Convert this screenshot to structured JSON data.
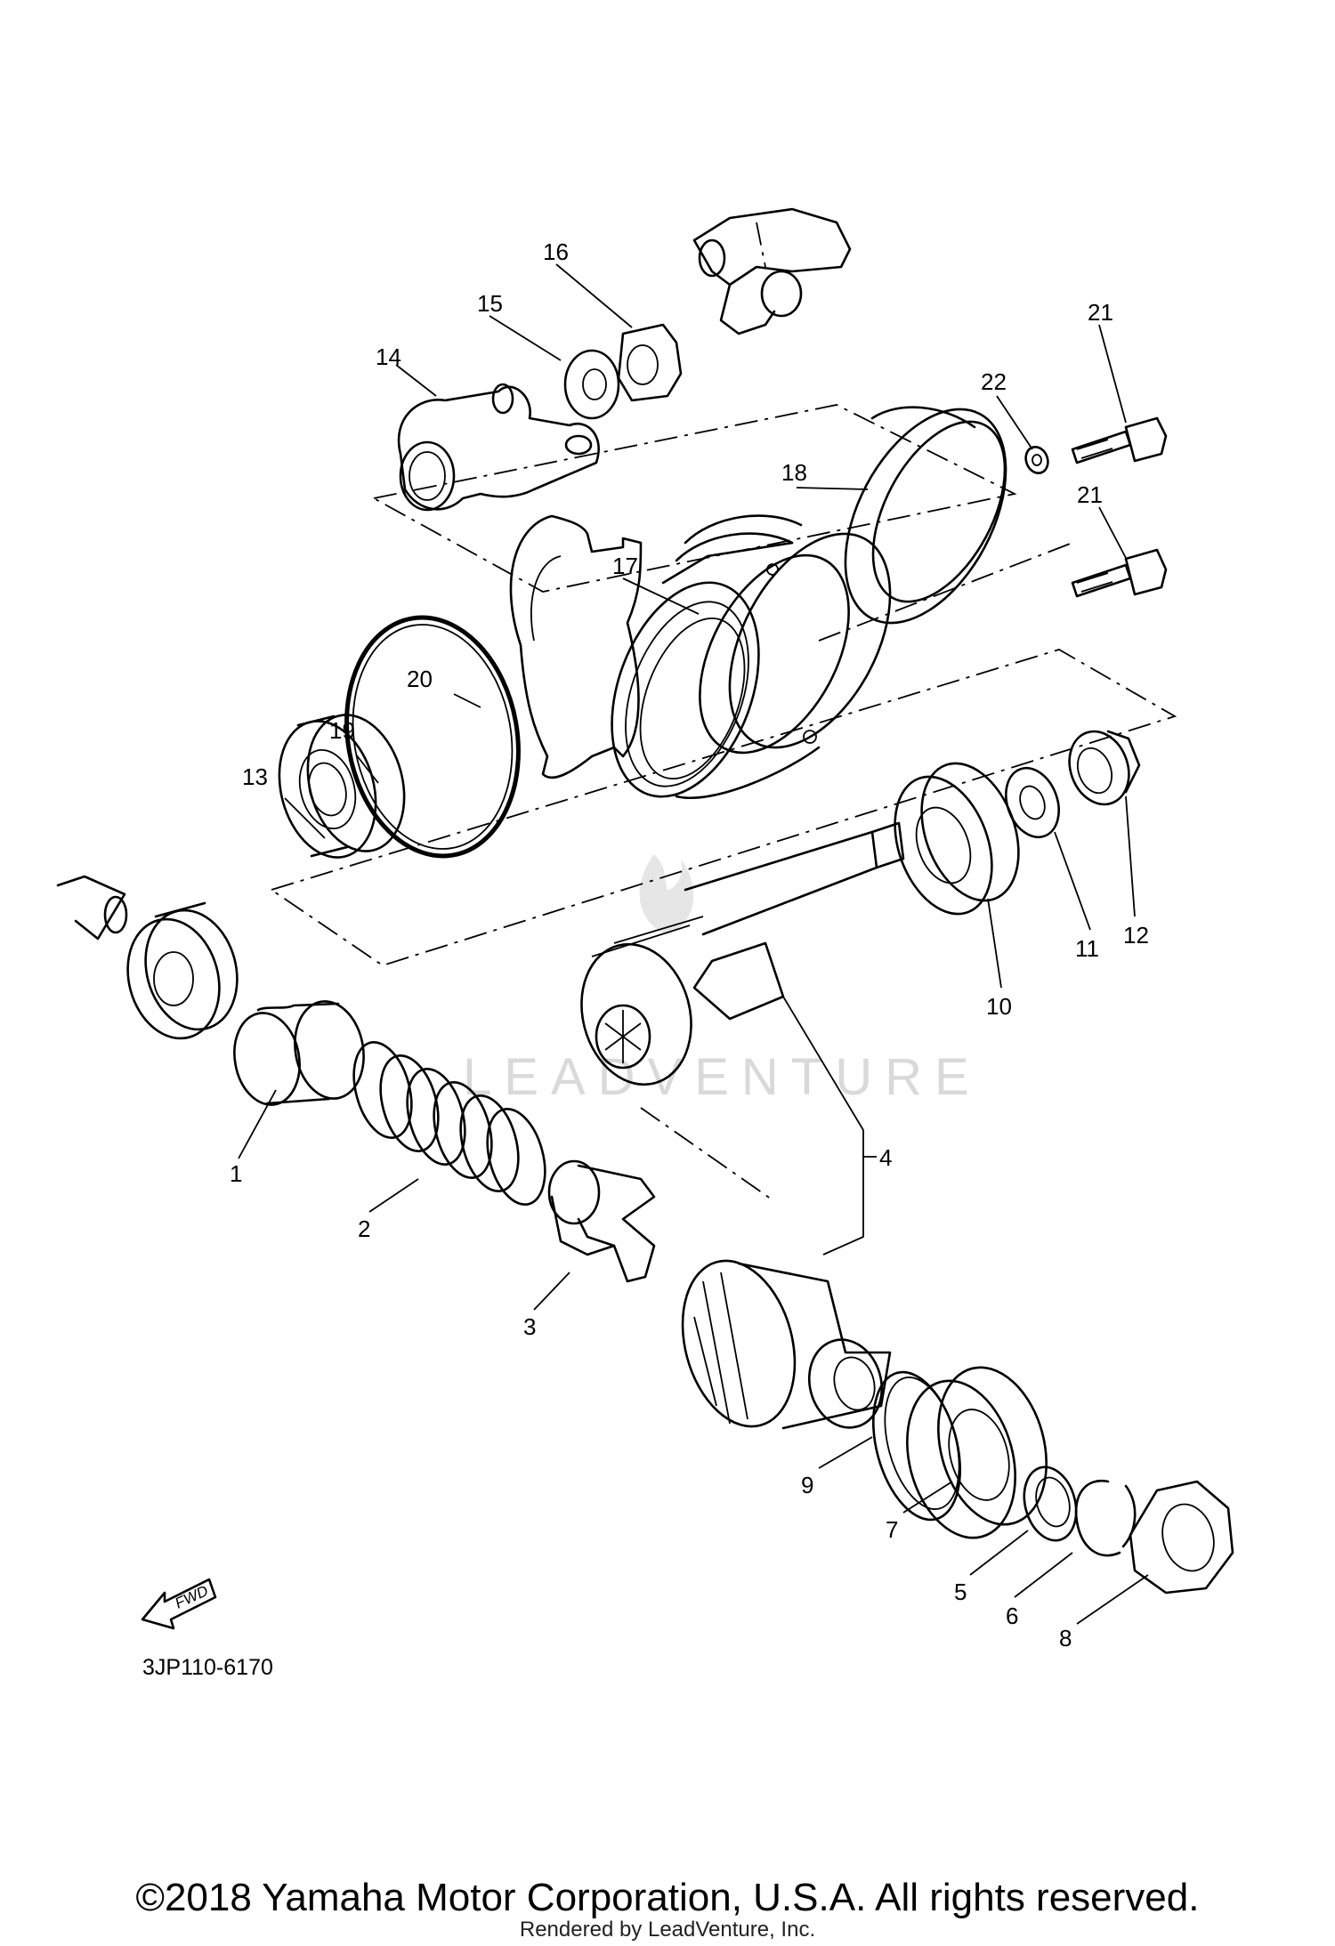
{
  "diagram": {
    "part_numbers": [
      "1",
      "2",
      "3",
      "4",
      "5",
      "6",
      "7",
      "8",
      "9",
      "10",
      "11",
      "12",
      "13",
      "14",
      "15",
      "16",
      "17",
      "18",
      "19",
      "20",
      "21",
      "21",
      "22"
    ],
    "fwd_label": "FWD",
    "drawing_code": "3JP110-6170",
    "watermark": "LEADVENTURE"
  },
  "footer": {
    "copyright": "©2018 Yamaha Motor Corporation, U.S.A. All rights reserved.",
    "rendered_by": "Rendered by LeadVenture, Inc."
  }
}
